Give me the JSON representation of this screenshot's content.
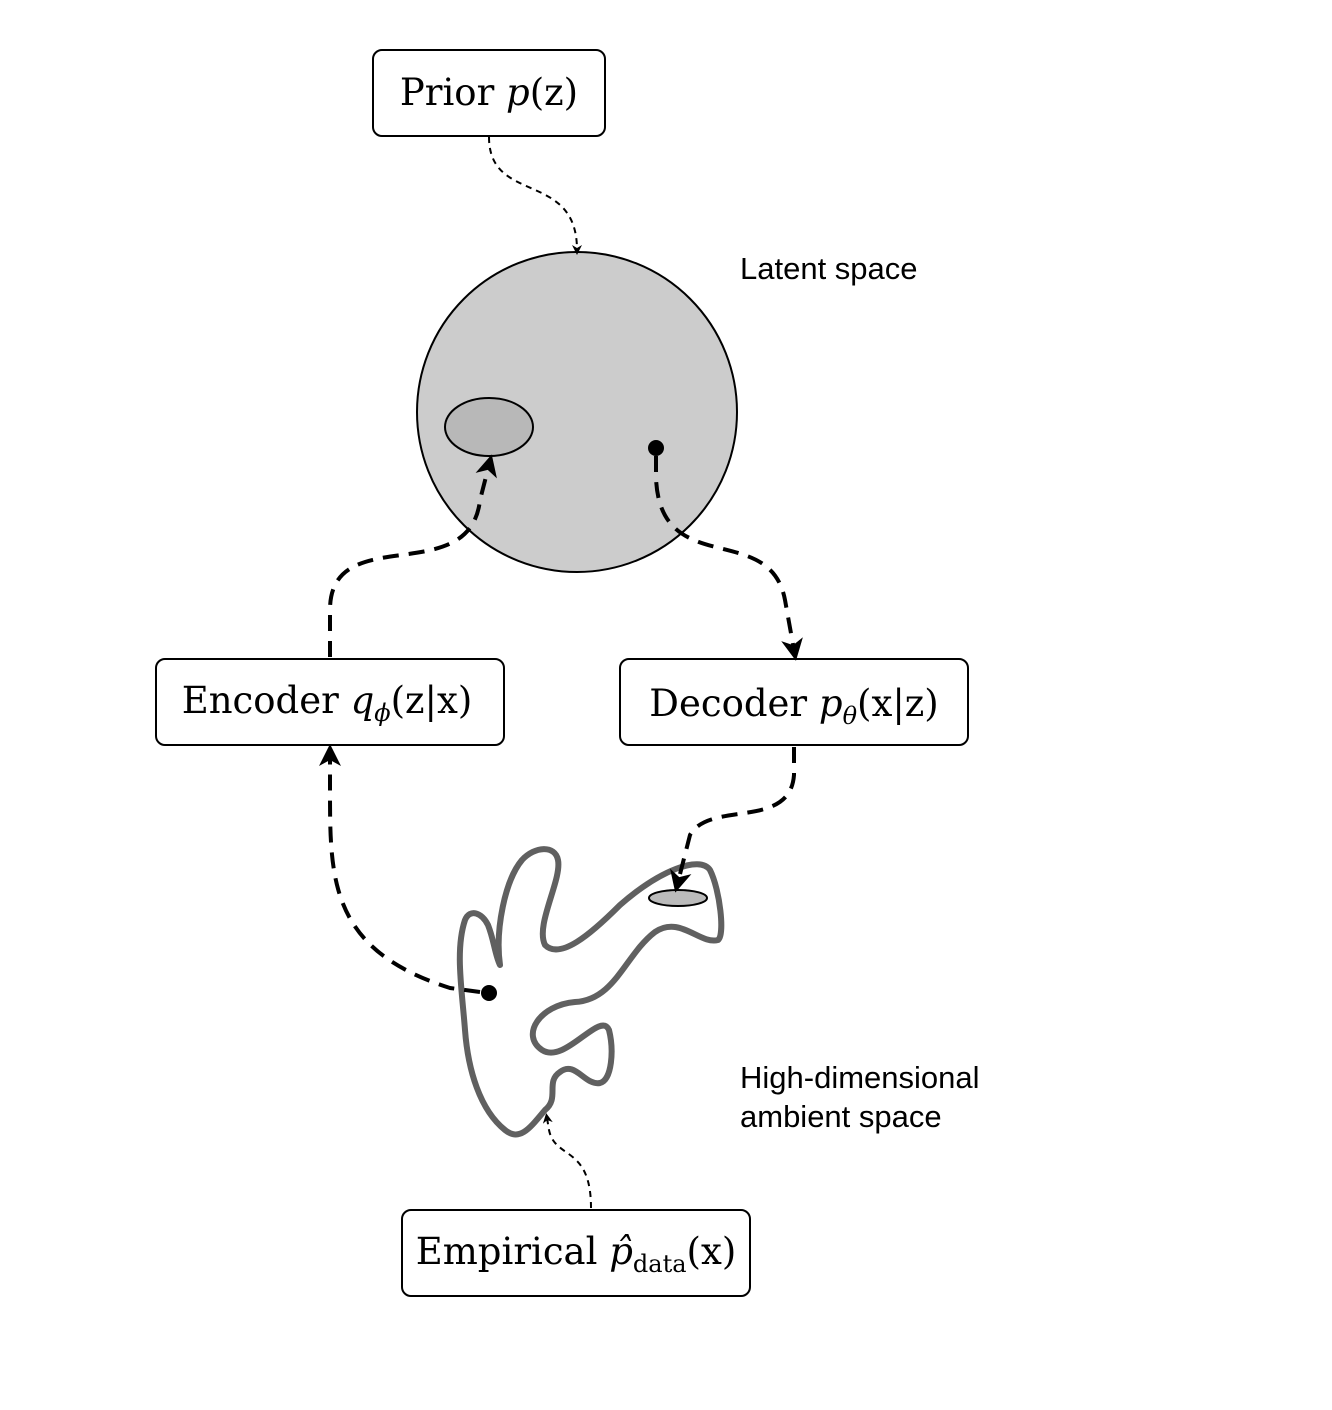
{
  "labels": {
    "latent_space": "Latent space",
    "ambient_line1": "High-dimensional",
    "ambient_line2": "ambient space"
  },
  "boxes": {
    "prior": {
      "text": "Prior ",
      "math": "p",
      "tail": "(z)"
    },
    "encoder": {
      "text": "Encoder ",
      "math": "q",
      "sub": "ϕ",
      "tail": "(z|x)"
    },
    "decoder": {
      "text": "Decoder ",
      "math": "p",
      "sub": "θ",
      "tail": "(x|z)"
    },
    "empirical": {
      "text": "Empirical ",
      "math": "p̂",
      "sub": "data",
      "tail": "(x)"
    }
  },
  "colors": {
    "latent_fill": "#cccccc",
    "latent_ellipse_fill": "#b8b8b8",
    "manifold_stroke": "#606060",
    "target_ellipse_fill": "#bbbbbb"
  }
}
